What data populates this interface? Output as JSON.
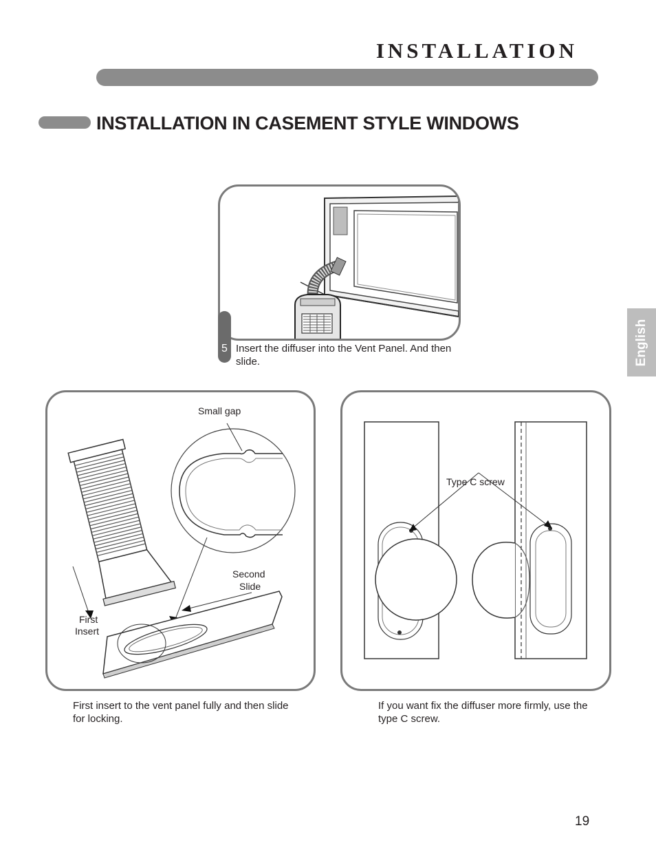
{
  "header": {
    "title": "INSTALLATION INSTRUCTIONS"
  },
  "section": {
    "title": "INSTALLATION IN CASEMENT STYLE WINDOWS"
  },
  "language_tab": {
    "label": "English"
  },
  "step5": {
    "number": "5",
    "caption": "Insert the diffuser into the Vent Panel. And then slide."
  },
  "left_figure": {
    "label_small_gap": "Small gap",
    "label_second": "Second",
    "label_slide": "Slide",
    "label_first": "First",
    "label_insert": "Insert",
    "caption": "First insert to the vent panel fully and then slide for locking."
  },
  "right_figure": {
    "label_screw": "Type C screw",
    "caption": "If you want fix the diffuser more firmly, use the type C screw."
  },
  "page": {
    "number": "19"
  }
}
